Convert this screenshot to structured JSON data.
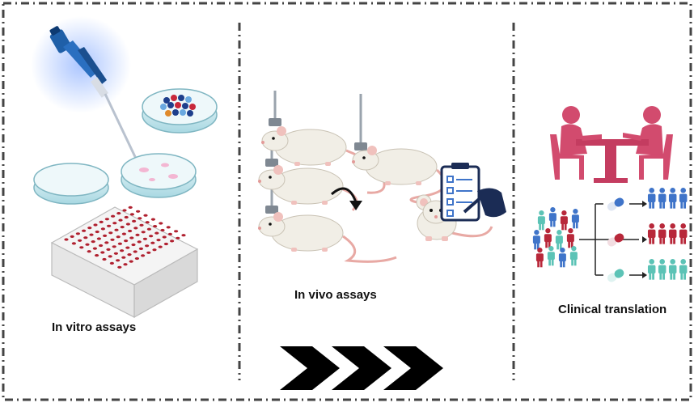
{
  "panels": {
    "in_vitro": {
      "label": "In vitro assays"
    },
    "in_vivo": {
      "label": "In vivo assays"
    },
    "clinical": {
      "label": "Clinical translation"
    }
  },
  "colors": {
    "frame": "#444444",
    "pipette_blue": "#1f5fa8",
    "dish": "#bfe3ea",
    "plate_well": "#b0202f",
    "mouse": "#f1eee6",
    "tail": "#e8a9a4",
    "clinic_pink": "#d24b6e",
    "people_blue": "#3f74c9",
    "people_red": "#b8283a",
    "people_teal": "#5cc3b6",
    "chevron": "#000000"
  }
}
